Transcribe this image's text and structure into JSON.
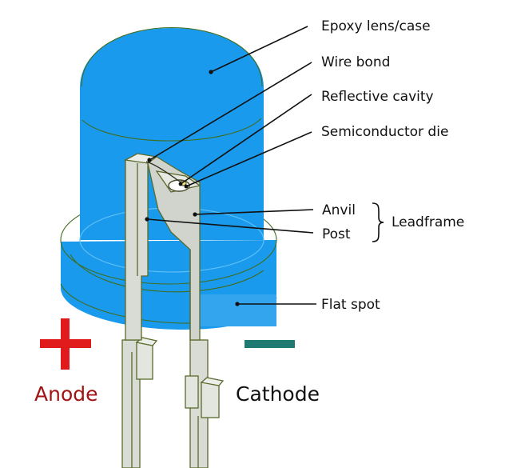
{
  "labels": {
    "epoxy": "Epoxy lens/case",
    "wire_bond": "Wire bond",
    "reflective_cavity": "Reflective cavity",
    "semiconductor_die": "Semiconductor die",
    "anvil": "Anvil",
    "post": "Post",
    "leadframe": "Leadframe",
    "flat_spot": "Flat spot",
    "anode": "Anode",
    "cathode": "Cathode"
  },
  "colors": {
    "epoxy": "#1a9aed",
    "epoxy_light": "#4bb3f3",
    "lead": "#d9dcd5",
    "anode_mark": "#e11b1b",
    "anode_text": "#a31313",
    "cathode_mark": "#1f7a72",
    "cathode_text": "#111111"
  },
  "icons": {
    "plus": "plus-sign-icon",
    "minus": "minus-sign-icon",
    "brace": "right-brace-icon"
  }
}
